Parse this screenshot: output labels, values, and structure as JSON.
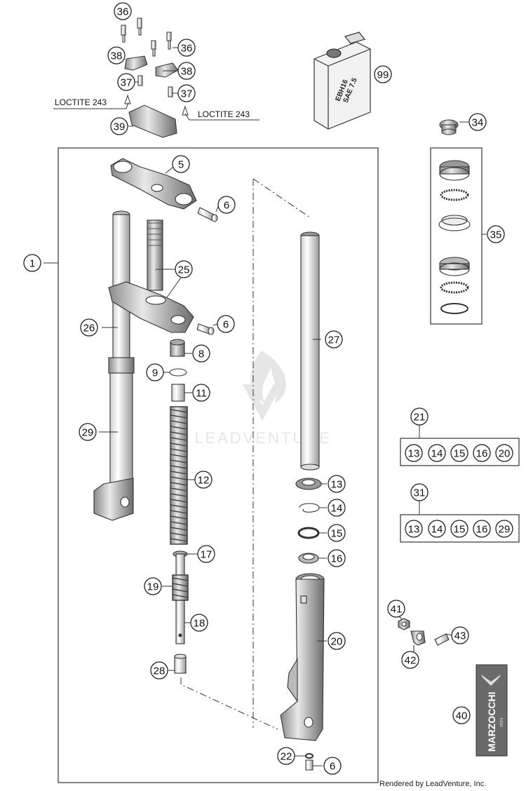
{
  "labels": {
    "p1": "1",
    "p5": "5",
    "p6a": "6",
    "p6b": "6",
    "p6c": "6",
    "p8": "8",
    "p9": "9",
    "p11": "11",
    "p12": "12",
    "p13": "13",
    "p14": "14",
    "p15": "15",
    "p16": "16",
    "p17": "17",
    "p18": "18",
    "p19": "19",
    "p20": "20",
    "p21": "21",
    "p22": "22",
    "p25": "25",
    "p26": "26",
    "p27": "27",
    "p28": "28",
    "p29": "29",
    "p31": "31",
    "p34": "34",
    "p35": "35",
    "p36a": "36",
    "p36b": "36",
    "p37a": "37",
    "p37b": "37",
    "p38a": "38",
    "p38b": "38",
    "p39": "39",
    "p40": "40",
    "p41": "41",
    "p42": "42",
    "p43": "43",
    "p99": "99"
  },
  "kit21": [
    "13",
    "14",
    "15",
    "16",
    "20"
  ],
  "kit31": [
    "13",
    "14",
    "15",
    "16",
    "29"
  ],
  "loctite_left": "LOCTITE 243",
  "loctite_right": "LOCTITE 243",
  "oil_can_line1": "EBH16",
  "oil_can_line2": "SAE 7.5",
  "watermark": "LEADVENTURE",
  "brand_badge": "MARZOCCHI",
  "brand_badge_sub": "mini",
  "footer": "Rendered by LeadVenture, Inc."
}
